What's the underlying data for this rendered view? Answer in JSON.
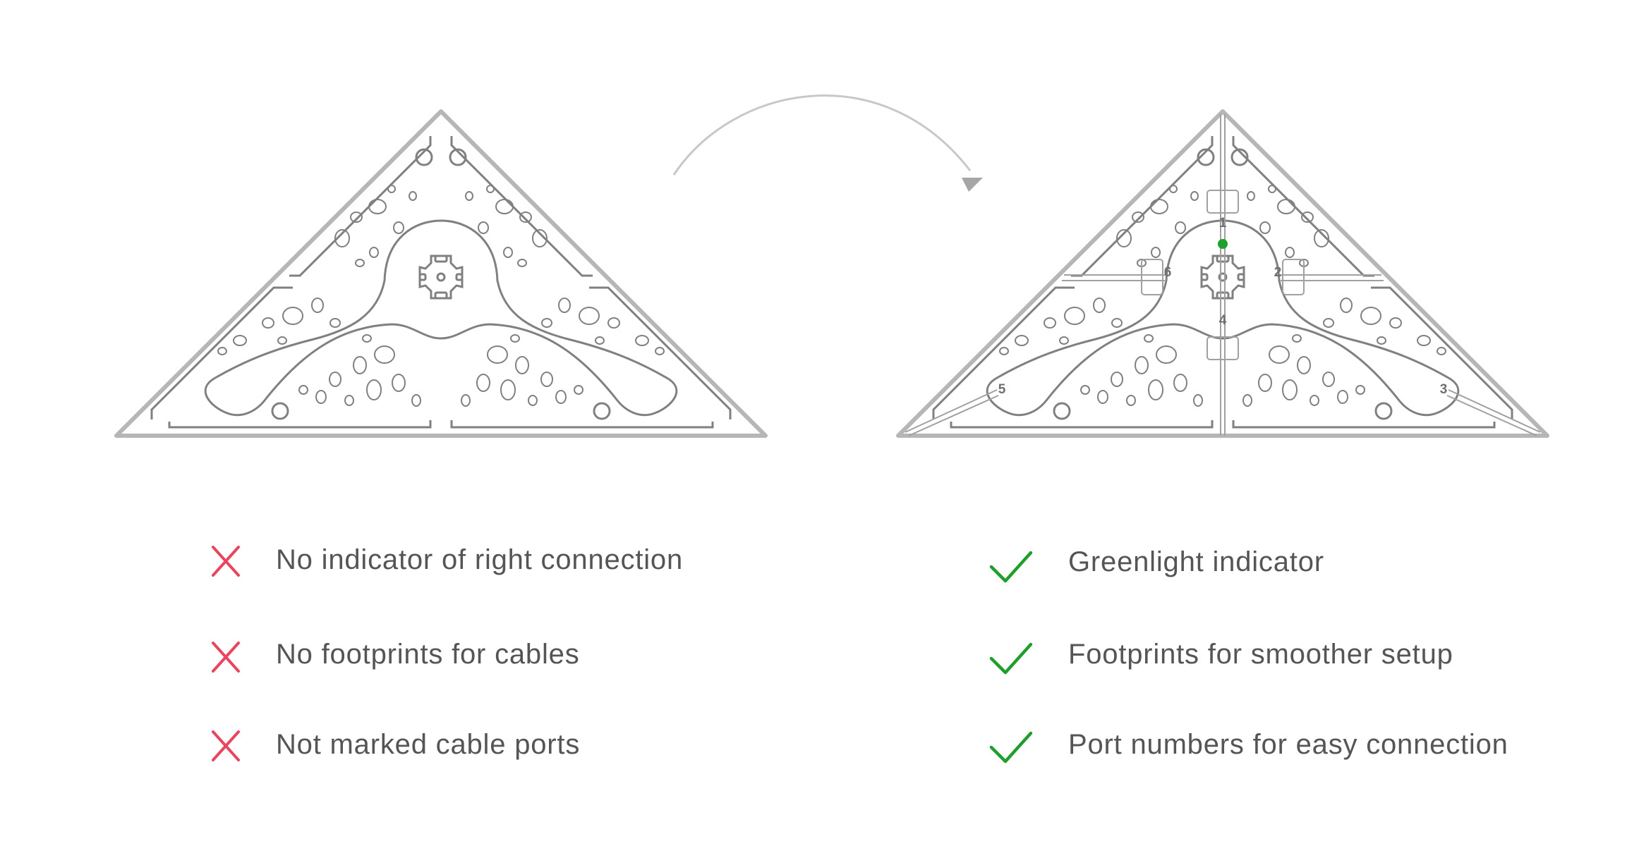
{
  "colors": {
    "outline": "#b6b6b6",
    "inner": "#808080",
    "arrow": "#c8c8c8",
    "cross": "#e8455f",
    "check": "#1f9e2b",
    "indicator": "#1ea22b",
    "text": "#555555"
  },
  "ports": [
    "1",
    "2",
    "3",
    "4",
    "5",
    "6"
  ],
  "before": {
    "icon": "cross-icon",
    "features": [
      "No indicator of right connection",
      "No footprints for cables",
      "Not marked cable ports"
    ]
  },
  "after": {
    "icon": "check-icon",
    "features": [
      "Greenlight indicator",
      "Footprints for smoother setup",
      "Port numbers for easy connection"
    ]
  }
}
